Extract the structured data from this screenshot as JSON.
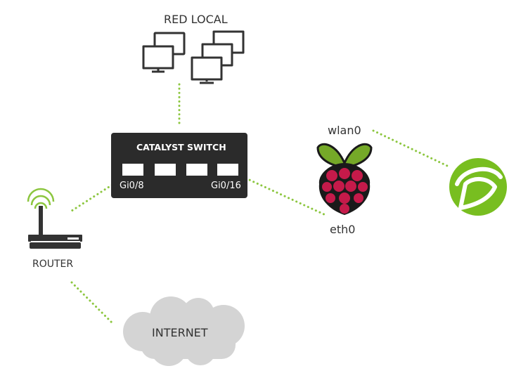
{
  "labels": {
    "lan": "RED LOCAL",
    "switch": "CATALYST SWITCH",
    "port_left": "Gi0/8",
    "port_right": "Gi0/16",
    "router": "ROUTER",
    "internet": "INTERNET",
    "wlan": "wlan0",
    "eth": "eth0"
  },
  "icons": {
    "lan": "computers-icon",
    "switch": "switch-icon",
    "router": "wifi-router-icon",
    "internet": "cloud-icon",
    "raspberry": "raspberry-pi-icon",
    "sensor": "pandora-logo-icon"
  },
  "colors": {
    "link": "#8cc63f",
    "switch_body": "#2b2b2b",
    "cloud": "#d4d4d4",
    "raspberry_leaf": "#75a928",
    "raspberry_fruit": "#c51a4a",
    "sensor_bg": "#78be20",
    "text": "#333333"
  }
}
